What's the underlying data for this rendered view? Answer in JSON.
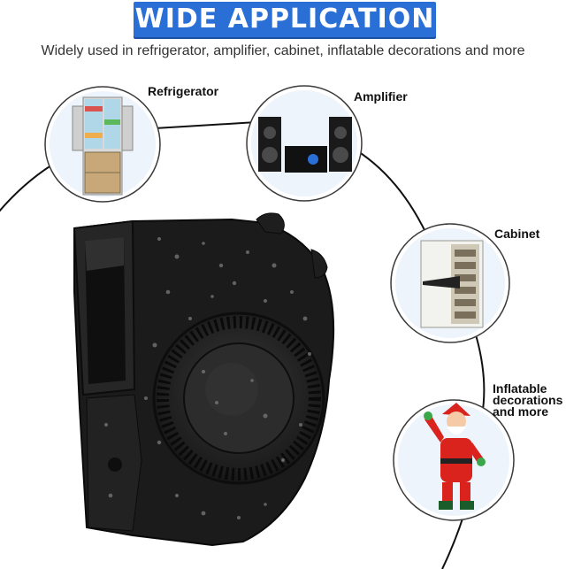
{
  "banner": {
    "title": "WIDE APPLICATION",
    "accent_color": "#2a6fd6"
  },
  "subtitle": "Widely used in refrigerator, amplifier, cabinet, inflatable decorations and more",
  "applications": [
    {
      "label": "Refrigerator",
      "icon": "refrigerator-icon"
    },
    {
      "label": "Amplifier",
      "icon": "speaker-system-icon"
    },
    {
      "label": "Cabinet",
      "icon": "safe-cabinet-icon"
    },
    {
      "label_lines": [
        "Inflatable",
        "decorations",
        "and more"
      ],
      "icon": "inflatable-santa-icon"
    }
  ],
  "product": {
    "icon": "blower-fan-icon",
    "color": "#1e1e1e"
  }
}
